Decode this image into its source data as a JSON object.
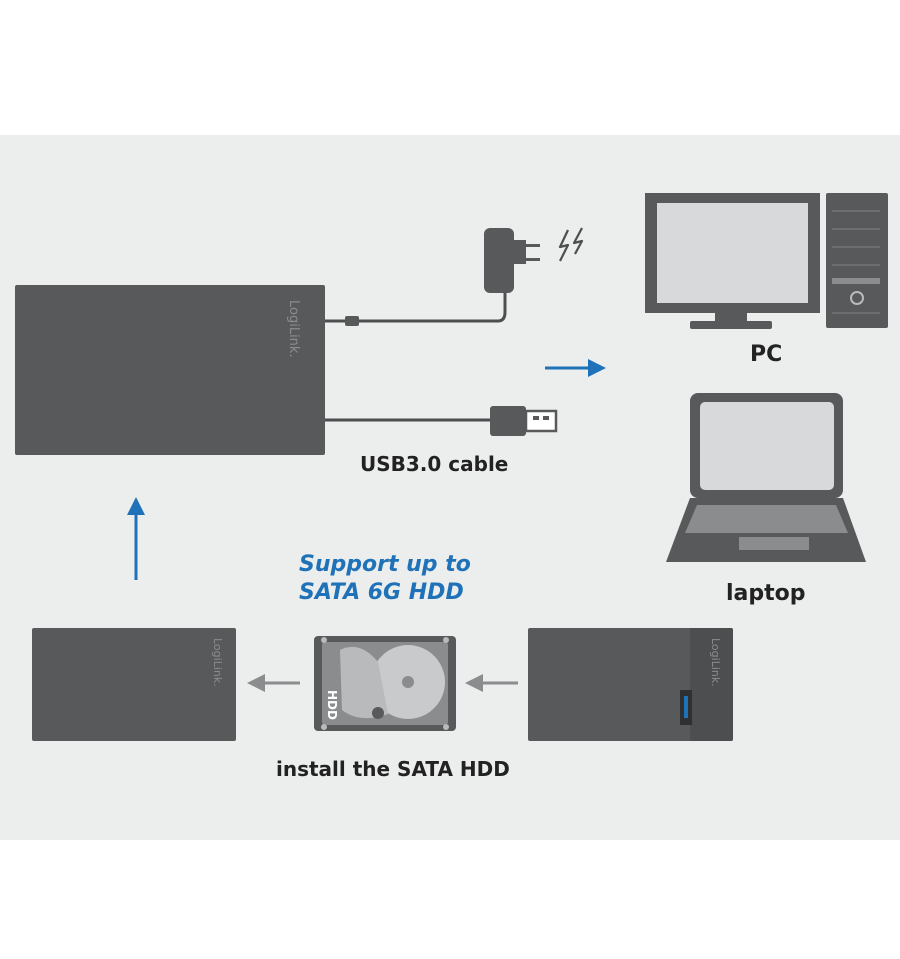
{
  "brand": {
    "name": "LogiLink."
  },
  "labels": {
    "usb_cable": "USB3.0 cable",
    "pc": "PC",
    "laptop": "laptop",
    "support_line1": "Support up to",
    "support_line2": "SATA 6G HDD",
    "install": "install the SATA HDD",
    "hdd": "HDD"
  },
  "colors": {
    "background": "#eceded",
    "device": "#58595b",
    "outline": "#4d4e50",
    "screen": "#d8d9da",
    "arrow_blue": "#1f72b8",
    "arrow_gray": "#8a8c8e",
    "text": "#222222"
  },
  "icons": {
    "power": "lightning-icon",
    "pc": "desktop-computer-icon",
    "laptop": "laptop-icon",
    "hdd": "hard-disk-icon"
  }
}
